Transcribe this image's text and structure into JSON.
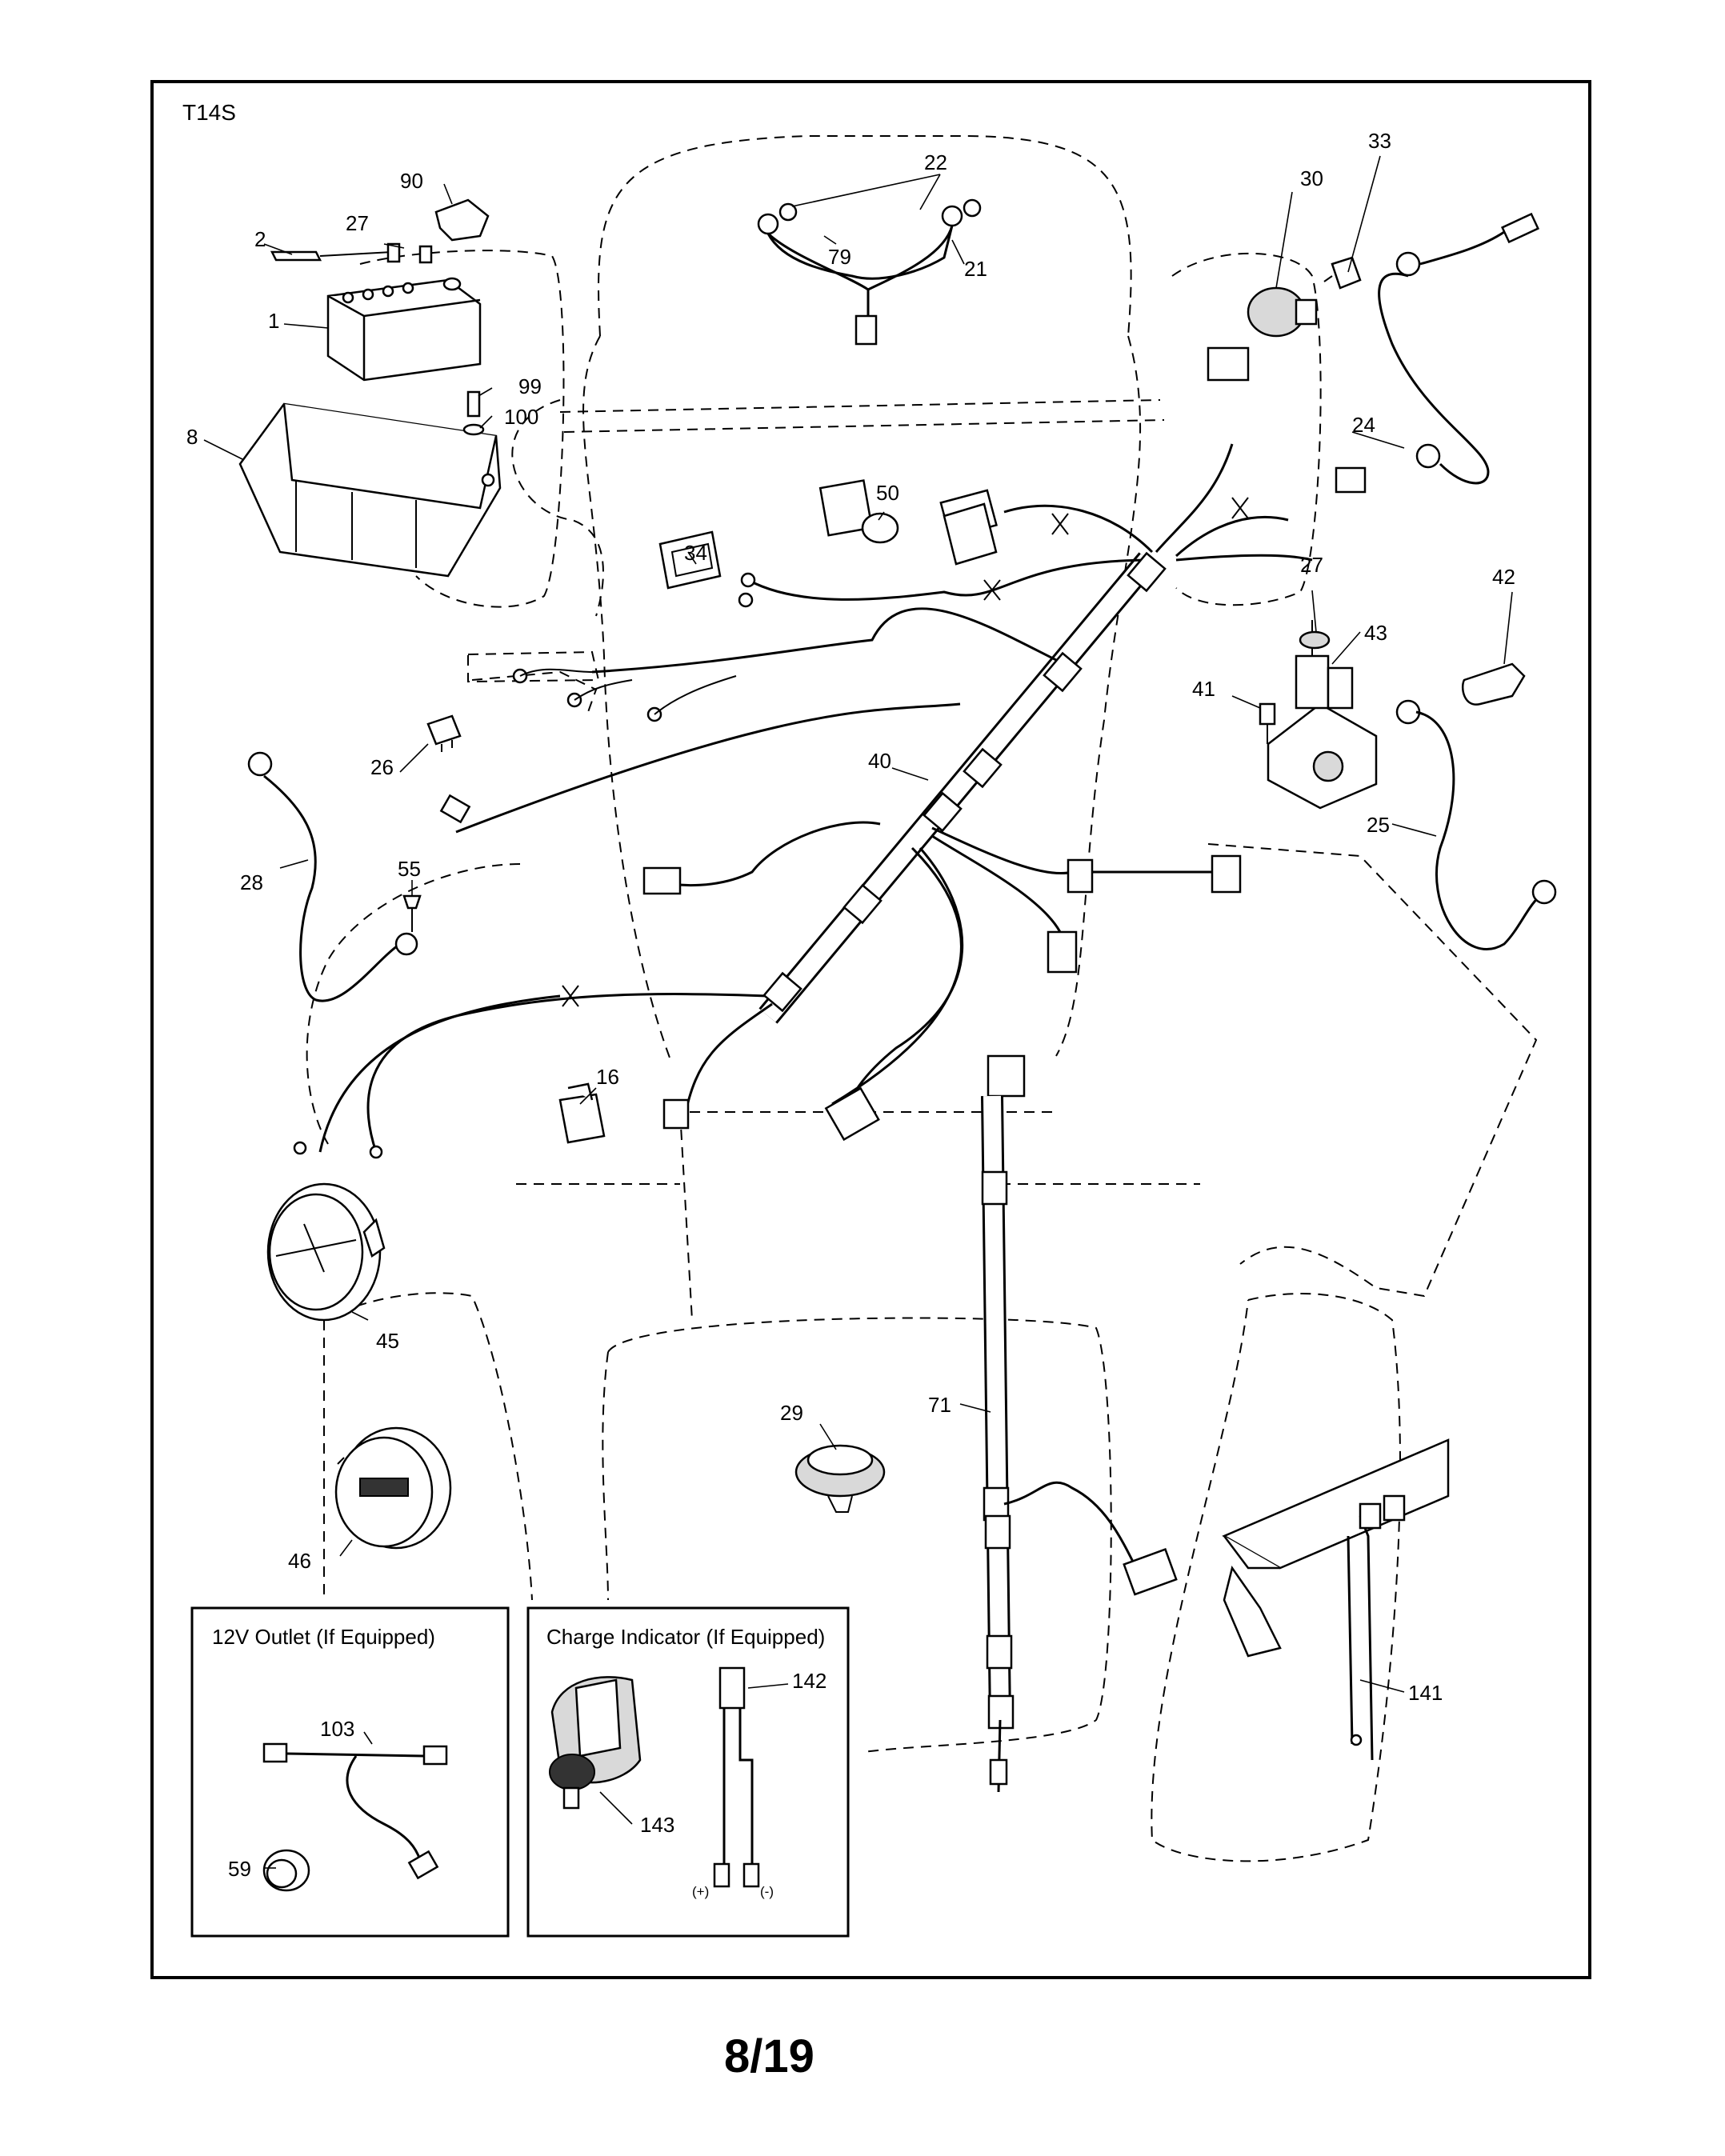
{
  "diagram": {
    "model_code": "T14S",
    "page_number": "8/19",
    "insets": {
      "outlet": {
        "title": "12V Outlet (If Equipped)"
      },
      "charge": {
        "title": "Charge Indicator (If Equipped)",
        "plus": "(+)",
        "minus": "(-)"
      }
    },
    "callouts": {
      "c1": "1",
      "c2": "2",
      "c8": "8",
      "c16": "16",
      "c21": "21",
      "c22": "22",
      "c24": "24",
      "c25": "25",
      "c26": "26",
      "c27a": "27",
      "c27b": "27",
      "c28": "28",
      "c29": "29",
      "c30": "30",
      "c33": "33",
      "c34": "34",
      "c40": "40",
      "c41": "41",
      "c42": "42",
      "c43": "43",
      "c45": "45",
      "c46": "46",
      "c50": "50",
      "c55": "55",
      "c59": "59",
      "c71": "71",
      "c79": "79",
      "c90": "90",
      "c99": "99",
      "c100": "100",
      "c103": "103",
      "c141": "141",
      "c142": "142",
      "c143": "143"
    }
  }
}
